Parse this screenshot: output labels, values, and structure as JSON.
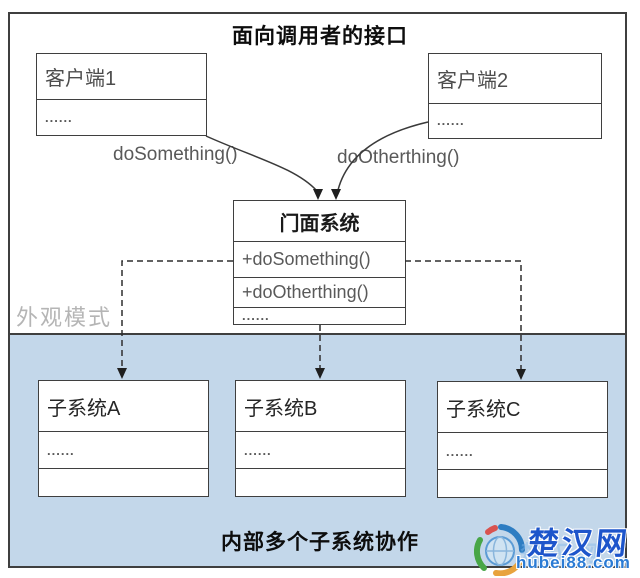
{
  "labels": {
    "top_title": "面向调用者的接口",
    "bottom_caption": "内部多个子系统协作",
    "pattern_label": "外观模式",
    "call1": "doSomething()",
    "call2": "doOtherthing()"
  },
  "client1": {
    "title": "客户端1",
    "dots": "......"
  },
  "client2": {
    "title": "客户端2",
    "dots": "......"
  },
  "facade": {
    "title": "门面系统",
    "method1": "+doSomething()",
    "method2": "+doOtherthing()",
    "dots": "......"
  },
  "subsystems": {
    "a": {
      "title": "子系统A",
      "dots": "......"
    },
    "b": {
      "title": "子系统B",
      "dots": "......"
    },
    "c": {
      "title": "子系统C",
      "dots": "......"
    }
  },
  "watermark": {
    "site_name": "楚汉网",
    "site_url": "hubei88.com"
  },
  "colors": {
    "region_fill": "#c3d7ea",
    "border": "#3f3f3f",
    "muted_text": "#595959",
    "gray_label": "#b5b5b5",
    "watermark_blue": "#1d55cb"
  }
}
